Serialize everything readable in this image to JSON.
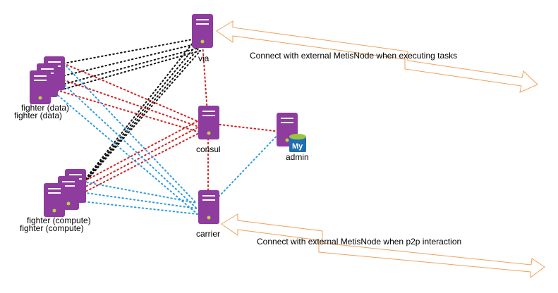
{
  "colors": {
    "server_fill": "#8E3C9E",
    "server_line": "#ffffff",
    "server_dot": "#B8D640",
    "db_blue": "#1F6FB2",
    "db_green": "#9CC43F",
    "link_black": "#111111",
    "link_red": "#D32020",
    "link_blue": "#2E9BE0",
    "arrow_orange": "#F2A15A"
  },
  "nodes": {
    "via": {
      "label": "via",
      "icon": "server-icon"
    },
    "consul": {
      "label": "consul",
      "icon": "server-icon"
    },
    "carrier": {
      "label": "carrier",
      "icon": "server-icon"
    },
    "admin": {
      "label": "admin",
      "icon": "server-icon",
      "badge_icon": "mysql-database-icon",
      "badge_text": "My"
    },
    "fighter_data": {
      "label_1": "fighter (data)",
      "label_2": "fighter (data)",
      "icon": "server-stack-icon"
    },
    "fighter_compute": {
      "label_1": "fighter (compute)",
      "label_2": "fighter (compute)",
      "icon": "server-stack-icon"
    }
  },
  "notes": {
    "external_tasks": "Connect with external MetisNode when executing tasks",
    "external_p2p": "Connect with external MetisNode when p2p interaction"
  },
  "edges": [
    {
      "from": "fighter_data",
      "to": "via",
      "color": "link_black",
      "count": 4
    },
    {
      "from": "fighter_compute",
      "to": "via",
      "color": "link_black",
      "count": 4
    },
    {
      "from": "fighter_data",
      "to": "consul",
      "color": "link_red",
      "count": 3
    },
    {
      "from": "fighter_compute",
      "to": "consul",
      "color": "link_red",
      "count": 3
    },
    {
      "from": "fighter_data",
      "to": "carrier",
      "color": "link_blue",
      "count": 3
    },
    {
      "from": "fighter_compute",
      "to": "carrier",
      "color": "link_blue",
      "count": 3
    },
    {
      "from": "via",
      "to": "consul",
      "color": "link_red",
      "count": 1
    },
    {
      "from": "consul",
      "to": "carrier",
      "color": "link_red",
      "count": 1
    },
    {
      "from": "consul",
      "to": "admin",
      "color": "link_red",
      "count": 1
    },
    {
      "from": "carrier",
      "to": "admin",
      "color": "link_blue",
      "count": 1
    }
  ]
}
